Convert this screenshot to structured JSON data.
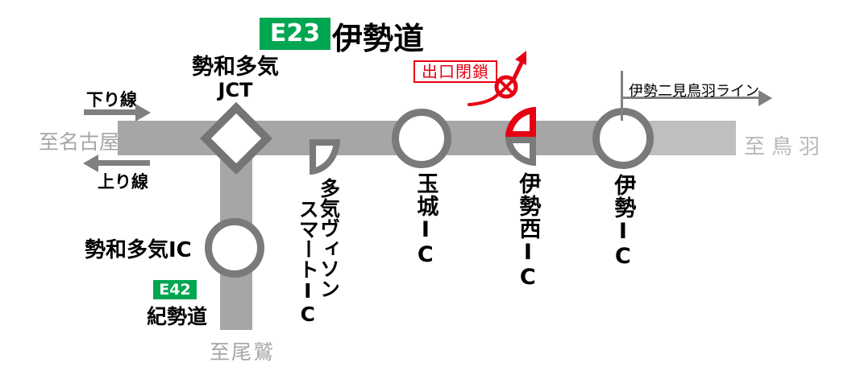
{
  "title": {
    "route_no": "E23",
    "route_name": "伊勢道"
  },
  "junction": {
    "line1": "勢和多気",
    "line2": "JCT"
  },
  "directions": {
    "down_line": "下り線",
    "up_line": "上り線",
    "to_nagoya": "至名古屋",
    "to_toba": "至鳥羽",
    "to_owase": "至尾鷲"
  },
  "toba_line": {
    "label": "伊勢二見鳥羽ライン"
  },
  "closure": {
    "label": "出口閉鎖"
  },
  "interchanges": {
    "sewataki_ic": "勢和多気IC",
    "taki_vison": {
      "col1": "多気ヴィソン",
      "col2": "スマート",
      "col2_suffix": "IC"
    },
    "tamaki": {
      "name": "玉城",
      "suffix": "IC"
    },
    "ise_nishi": {
      "name": "伊勢西",
      "suffix": "IC"
    },
    "ise": {
      "name": "伊勢",
      "suffix": "IC"
    }
  },
  "branch": {
    "route_no": "E42",
    "route_name": "紀勢道"
  },
  "colors": {
    "road_dark": "#A6A6A6",
    "road_light": "#BFBFBF",
    "icon_gray": "#7A7A7A",
    "alert_red": "#E60012",
    "badge_green": "#00A650",
    "gray_text": "#A6A6A6"
  }
}
